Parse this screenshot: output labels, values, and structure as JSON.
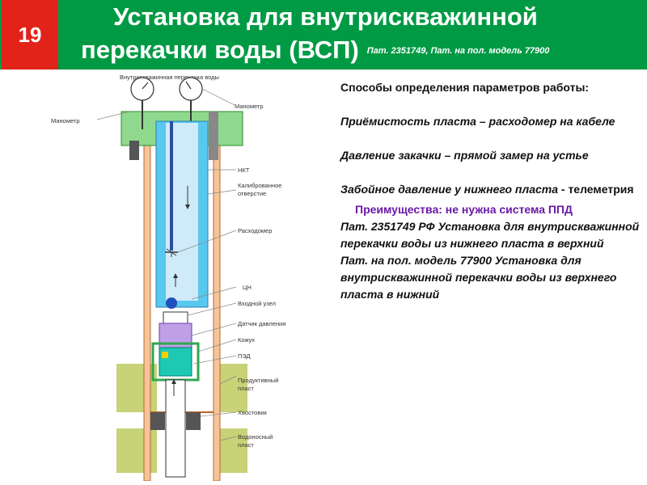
{
  "slide": {
    "number": "19"
  },
  "header": {
    "title_line1": "Установка для внутрискважинной",
    "title_line2": "перекачки воды (ВСП)",
    "patent_note": "Пат. 2351749, Пат. на пол. модель 77900"
  },
  "diagram": {
    "caption": "Внутрискважинная перекачка воды",
    "labels": {
      "manometer_left": "Манометр",
      "manometer_right": "Манометр",
      "nkt": "НКТ",
      "calibrated_1": "Калиброванное",
      "calibrated_2": "отверстие",
      "flowmeter": "Расходомер",
      "pump": "ЦН",
      "inlet": "Входной узел",
      "pressure_sensor": "Датчик давления",
      "shroud": "Кожух",
      "motor": "ПЭД",
      "productive_1": "Продуктивный",
      "productive_2": "пласт",
      "tail": "Хвостовик",
      "aquifer_1": "Водоносный",
      "aquifer_2": "пласт"
    },
    "colors": {
      "wellhead": "#8ed98e",
      "casing": "#f6c49a",
      "tubing_water": "#58c8ee",
      "pump_body": "#bfa0e6",
      "motor_body": "#1ec9b4",
      "formation": "#c8d277",
      "shroud": "#2ea84f"
    }
  },
  "content": {
    "heading": "Способы определения параметров работы:",
    "item1": "Приёмистость пласта – расходомер на кабеле",
    "item2": "Давление закачки – прямой замер на устье",
    "item3_a": "Забойное давление у нижнего пласта",
    "item3_b": " - телеметрия",
    "advantages": "Преимущества: не нужна система ППД",
    "patent1": "Пат. 2351749 РФ Установка для внутрискважинной перекачки воды из нижнего пласта в верхний",
    "patent2": "Пат. на пол. модель 77900 Установка для внутрискважинной перекачки воды из верхнего пласта в нижний"
  }
}
